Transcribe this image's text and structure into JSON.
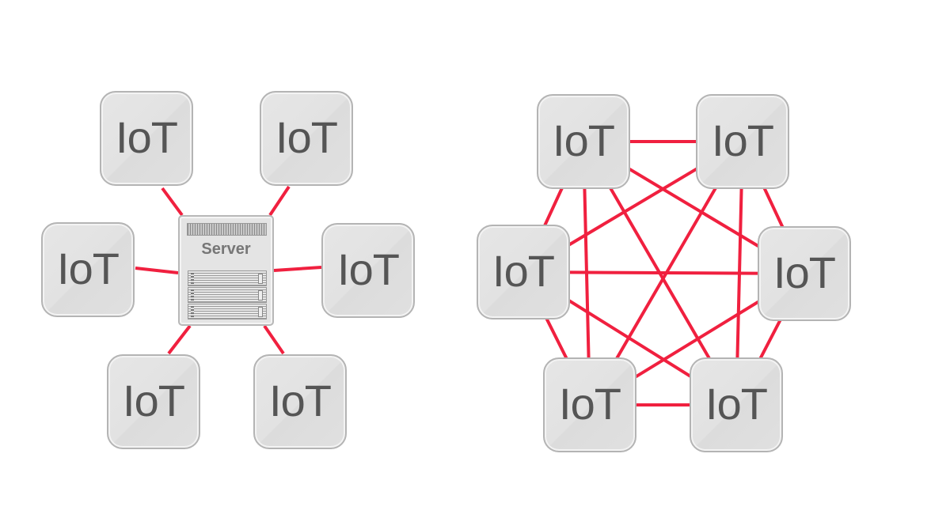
{
  "colors": {
    "link": "#f0203f",
    "node_text": "#555555",
    "node_border": "#b4b4b4"
  },
  "centralized": {
    "server_label": "Server",
    "nodes": [
      {
        "id": "c1",
        "label": "IoT"
      },
      {
        "id": "c2",
        "label": "IoT"
      },
      {
        "id": "c3",
        "label": "IoT"
      },
      {
        "id": "c4",
        "label": "IoT"
      },
      {
        "id": "c5",
        "label": "IoT"
      },
      {
        "id": "c6",
        "label": "IoT"
      }
    ]
  },
  "mesh": {
    "nodes": [
      {
        "id": "m1",
        "label": "IoT"
      },
      {
        "id": "m2",
        "label": "IoT"
      },
      {
        "id": "m3",
        "label": "IoT"
      },
      {
        "id": "m4",
        "label": "IoT"
      },
      {
        "id": "m5",
        "label": "IoT"
      },
      {
        "id": "m6",
        "label": "IoT"
      }
    ]
  }
}
